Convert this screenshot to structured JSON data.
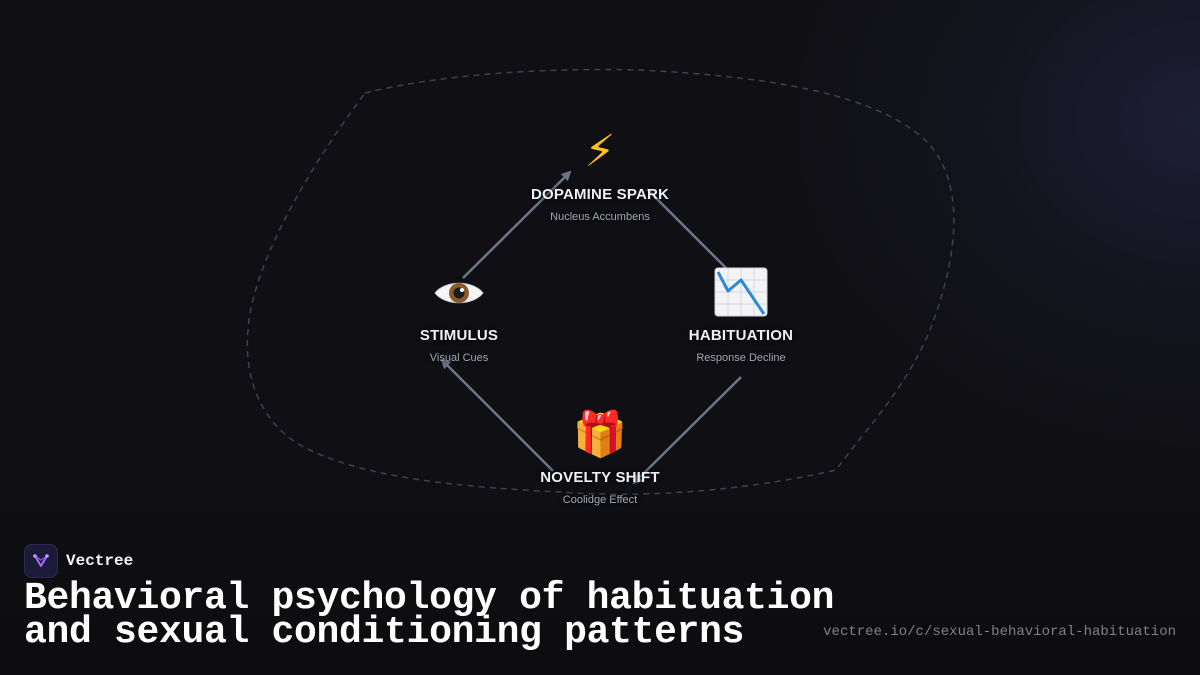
{
  "brand": {
    "name": "Vectree",
    "logo_icon": "vectree-logo-icon"
  },
  "headline": {
    "line1": "Behavioral psychology of habituation",
    "line2": "and sexual conditioning patterns"
  },
  "url": "vectree.io/c/sexual-behavioral-habituation",
  "diagram": {
    "type": "cycle",
    "nodes": [
      {
        "id": "dopamine",
        "icon": "lightning-bolt-icon",
        "glyph": "⚡",
        "title": "DOPAMINE SPARK",
        "subtitle": "Nucleus Accumbens"
      },
      {
        "id": "habituation",
        "icon": "chart-decreasing-icon",
        "title": "HABITUATION",
        "subtitle": "Response Decline"
      },
      {
        "id": "novelty",
        "icon": "gift-icon",
        "glyph": "🎁",
        "title": "NOVELTY SHIFT",
        "subtitle": "Coolidge Effect"
      },
      {
        "id": "stimulus",
        "icon": "eye-icon",
        "title": "STIMULUS",
        "subtitle": "Visual Cues"
      }
    ],
    "edges": [
      {
        "from": "stimulus",
        "to": "dopamine"
      },
      {
        "from": "dopamine",
        "to": "habituation"
      },
      {
        "from": "habituation",
        "to": "novelty"
      },
      {
        "from": "novelty",
        "to": "stimulus"
      }
    ]
  },
  "colors": {
    "background": "#101014",
    "arrow": "#6b7586",
    "dashed_outline": "#3a4252",
    "title_text": "#eef0f6",
    "subtitle_text": "#a2a8b6",
    "url_text": "#7f818a",
    "logo_accent": "#9b59ff"
  }
}
